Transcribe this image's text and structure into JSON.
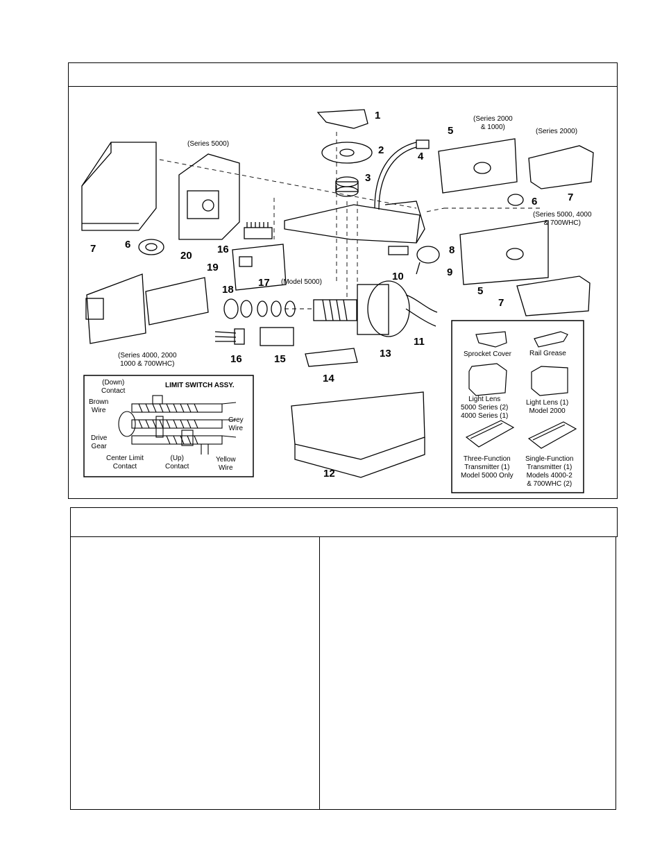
{
  "diagram": {
    "series_labels": {
      "series_5000_top": "(Series 5000)",
      "series_2000_1000": [
        "(Series 2000",
        "& 1000)"
      ],
      "series_2000": "(Series 2000)",
      "series_5000_4000": [
        "(Series 5000, 4000",
        "& 700WHC)"
      ],
      "model_5000": "(Model 5000)",
      "series_4000_2000": [
        "(Series 4000, 2000",
        "1000 & 700WHC)"
      ]
    },
    "part_numbers": [
      "1",
      "2",
      "3",
      "4",
      "5",
      "5",
      "6",
      "6",
      "7",
      "7",
      "7",
      "8",
      "9",
      "10",
      "11",
      "12",
      "13",
      "14",
      "15",
      "16",
      "16",
      "17",
      "18",
      "19",
      "20"
    ],
    "limit_switch": {
      "title": "LIMIT SWITCH ASSY.",
      "down_contact": [
        "(Down)",
        "Contact"
      ],
      "brown_wire": [
        "Brown",
        "Wire"
      ],
      "drive_gear": [
        "Drive",
        "Gear"
      ],
      "center_limit": [
        "Center Limit",
        "Contact"
      ],
      "up_contact": [
        "(Up)",
        "Contact"
      ],
      "grey_wire": [
        "Grey",
        "Wire"
      ],
      "yellow_wire": [
        "Yellow",
        "Wire"
      ]
    },
    "accessories": {
      "sprocket_cover": "Sprocket Cover",
      "rail_grease": "Rail Grease",
      "light_lens_5000": [
        "Light Lens",
        "5000 Series (2)",
        "4000 Series (1)"
      ],
      "light_lens_2000": [
        "Light Lens (1)",
        "Model 2000"
      ],
      "three_function": [
        "Three-Function",
        "Transmitter (1)",
        "Model 5000 Only"
      ],
      "single_function": [
        "Single-Function",
        "Transmitter (1)",
        "Models 4000-2",
        "& 700WHC (2)"
      ]
    }
  }
}
